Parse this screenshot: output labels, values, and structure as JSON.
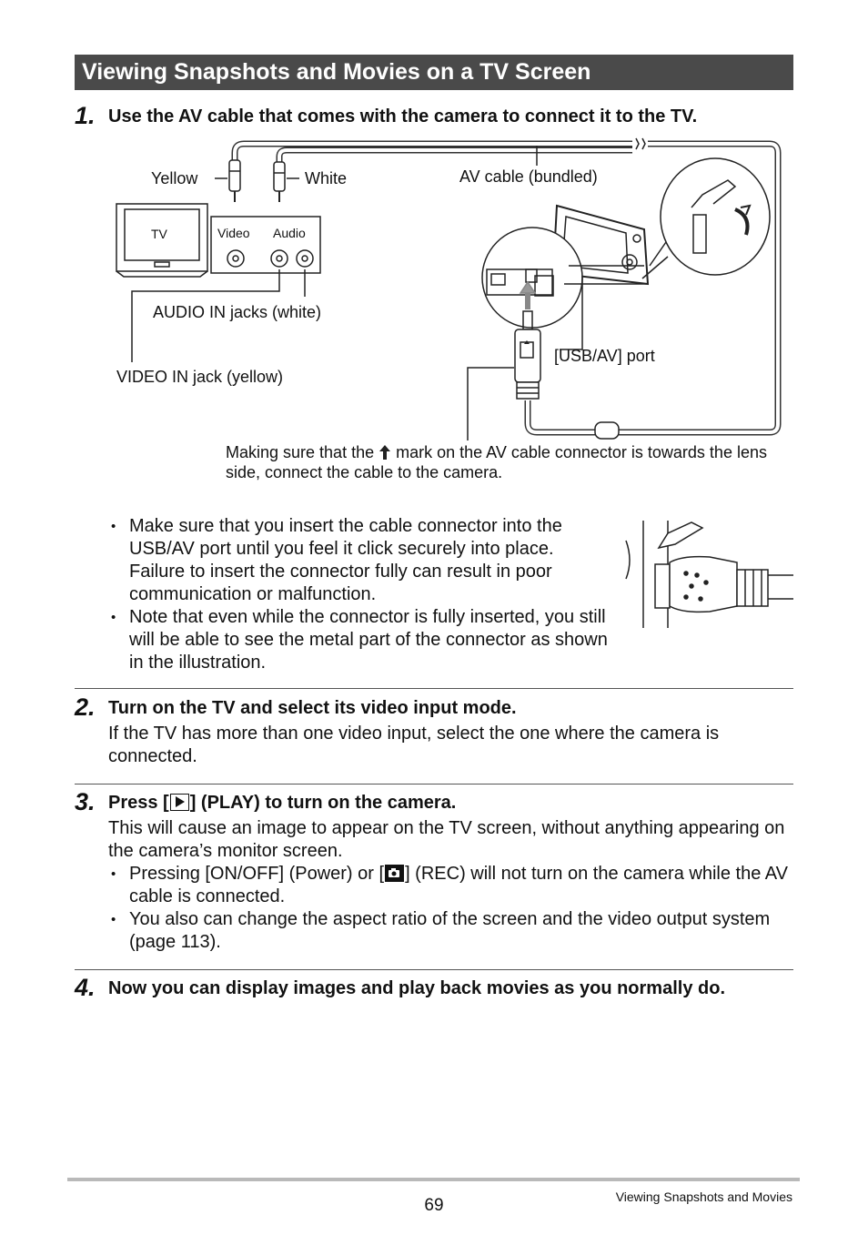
{
  "section_title": "Viewing Snapshots and Movies on a TV Screen",
  "steps": [
    {
      "number": "1.",
      "title": "Use the AV cable that comes with the camera to connect it to the TV."
    },
    {
      "number": "2.",
      "title": "Turn on the TV and select its video input mode.",
      "body": "If the TV has more than one video input, select the one where the camera is connected."
    },
    {
      "number": "3.",
      "title_before": "Press [",
      "title_after": "] (PLAY) to turn on the camera.",
      "body": "This will cause an image to appear on the TV screen, without anything appearing on the camera’s monitor screen.",
      "bullets": [
        {
          "before": "Pressing [ON/OFF] (Power) or [",
          "after": "] (REC) will not turn on the camera while the AV cable is connected."
        },
        {
          "text": "You also can change the aspect ratio of the screen and the video output system (page 113)."
        }
      ]
    },
    {
      "number": "4.",
      "title": "Now you can display images and play back movies as you normally do."
    }
  ],
  "diagram": {
    "yellow": "Yellow",
    "white": "White",
    "av_cable": "AV cable (bundled)",
    "tv": "TV",
    "video": "Video",
    "audio": "Audio",
    "audio_in": "AUDIO IN jacks (white)",
    "video_in": "VIDEO IN jack (yellow)",
    "usb_av_port": "[USB/AV] port",
    "caption_before": "Making sure that the ",
    "caption_after": " mark on the AV cable connector is towards the lens side, connect the cable to the camera."
  },
  "step1_bullets": [
    "Make sure that you insert the cable connector into the USB/AV port until you feel it click securely into place. Failure to insert the connector fully can result in poor communication or malfunction.",
    "Note that even while the connector is fully inserted, you still will be able to see the metal part of the connector as shown in the illustration."
  ],
  "footer": {
    "page_number": "69",
    "title": "Viewing Snapshots and Movies"
  }
}
